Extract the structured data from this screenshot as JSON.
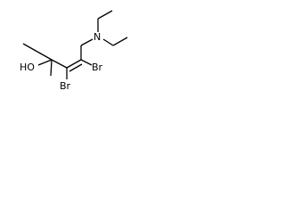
{
  "molecule": {
    "atoms": {
      "hydroxyl": "HO",
      "nitrogen": "N",
      "bromine_upper": "Br",
      "bromine_lower": "Br"
    },
    "colors": {
      "bond": "#000000",
      "label": "#000000",
      "background": "#ffffff"
    }
  }
}
